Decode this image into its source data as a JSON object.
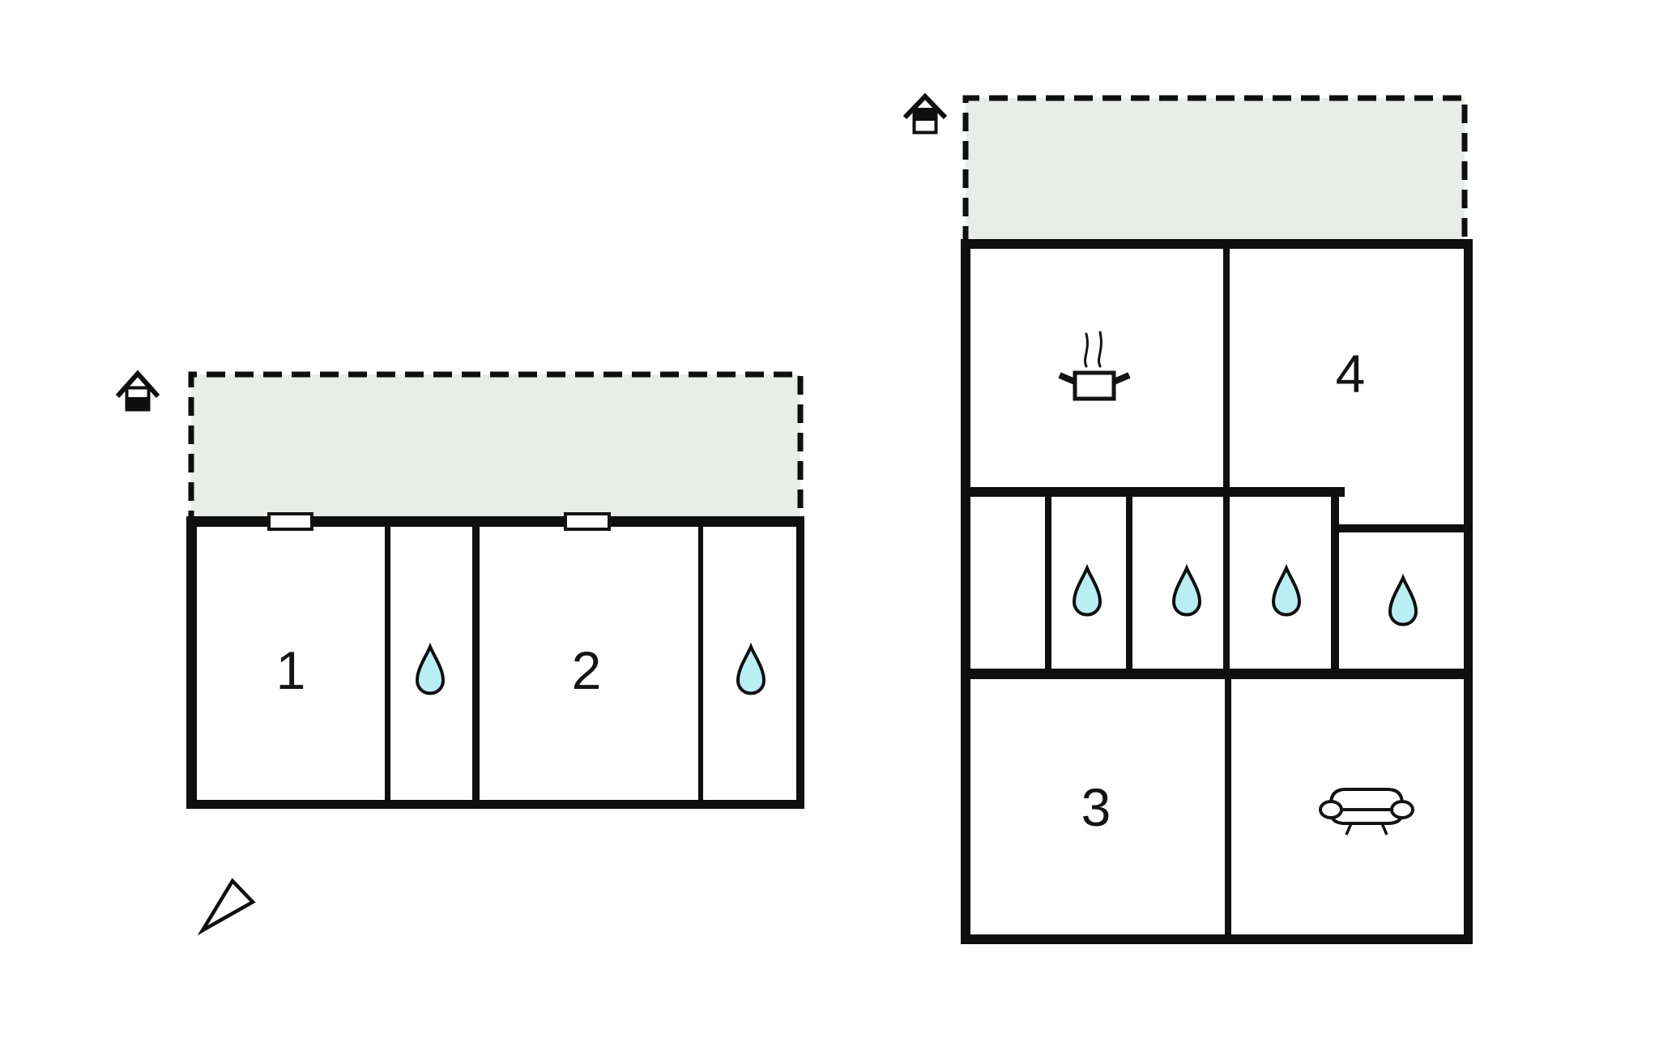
{
  "document": {
    "type": "floor-plan",
    "background": "#ffffff"
  },
  "palette": {
    "wall": "#0f0f0f",
    "terrace_fill": "#e8ede9",
    "water_drop_fill": "#b9eef3",
    "label_color": "#141414"
  },
  "ground_floor": {
    "entrance_icon": "house-entrance-icon",
    "terrace": {
      "name": "terrace",
      "boundary": "dashed",
      "fill": "#e8ede9"
    },
    "window_openings": 2,
    "rooms": [
      {
        "label": "1"
      },
      {
        "icon": "water-drop-icon"
      },
      {
        "label": "2"
      },
      {
        "icon": "water-drop-icon"
      }
    ],
    "compass": "north-arrow-icon"
  },
  "upper_floor": {
    "entrance_icon": "house-entrance-icon",
    "terrace": {
      "name": "terrace",
      "boundary": "dashed",
      "fill": "#e8ede9"
    },
    "rooms": [
      {
        "icon": "cooking-pot-icon"
      },
      {
        "label": "4"
      },
      {
        "icon": "water-drop-icon"
      },
      {
        "icon": "water-drop-icon"
      },
      {
        "icon": "water-drop-icon"
      },
      {
        "icon": "water-drop-icon"
      },
      {
        "label": "3"
      },
      {
        "icon": "sofa-icon"
      }
    ]
  }
}
